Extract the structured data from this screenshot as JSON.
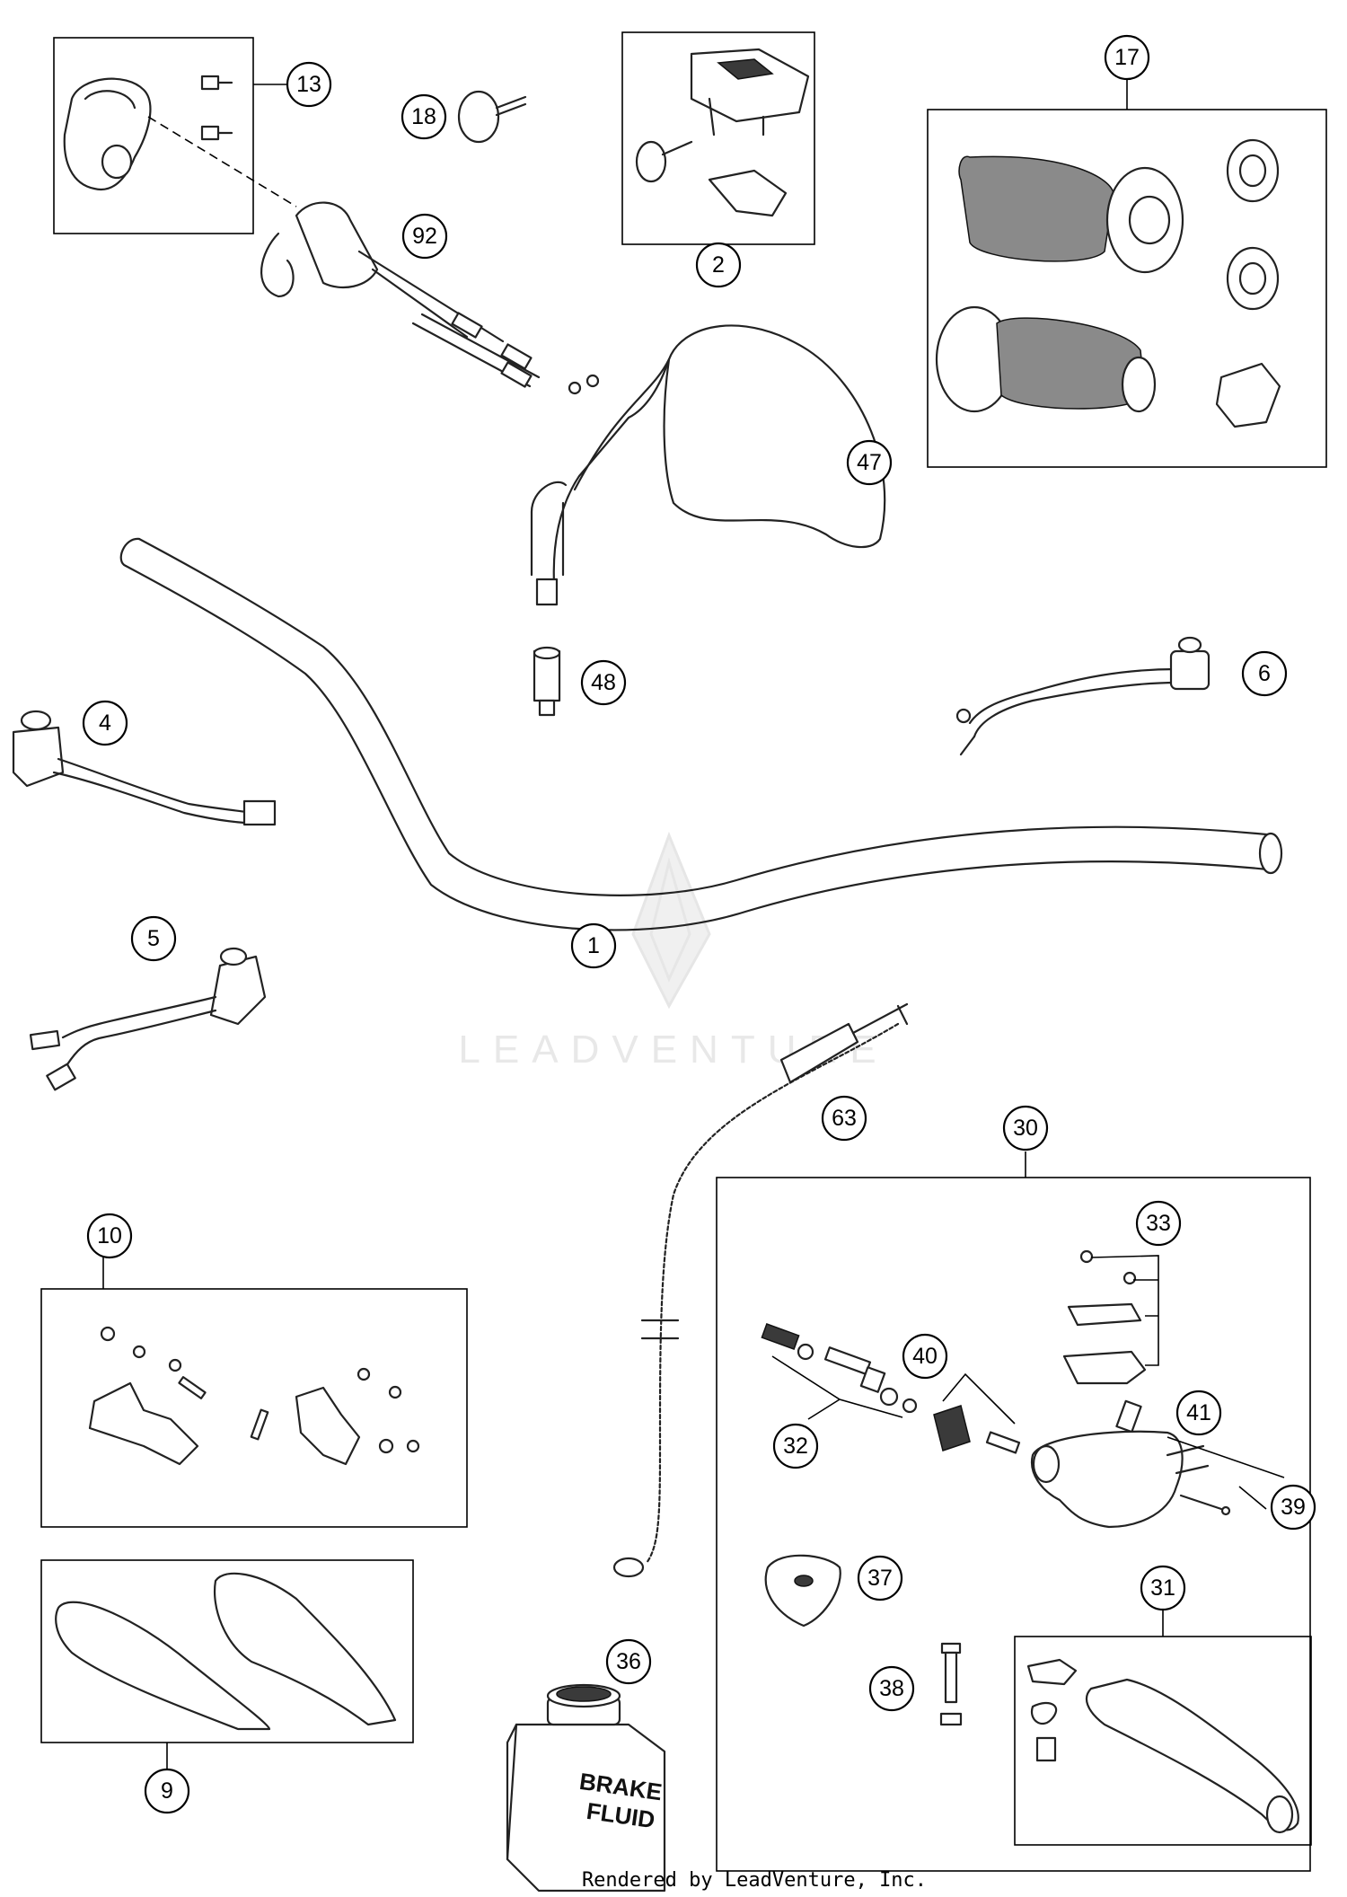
{
  "callouts": [
    "1",
    "2",
    "4",
    "5",
    "6",
    "9",
    "10",
    "13",
    "17",
    "18",
    "30",
    "31",
    "32",
    "33",
    "36",
    "37",
    "38",
    "39",
    "40",
    "41",
    "47",
    "48",
    "63",
    "92"
  ],
  "bottle_label": [
    "BRAKE",
    "FLUID"
  ],
  "watermark": "LEADVENTURE",
  "footer": "Rendered by LeadVenture, Inc."
}
